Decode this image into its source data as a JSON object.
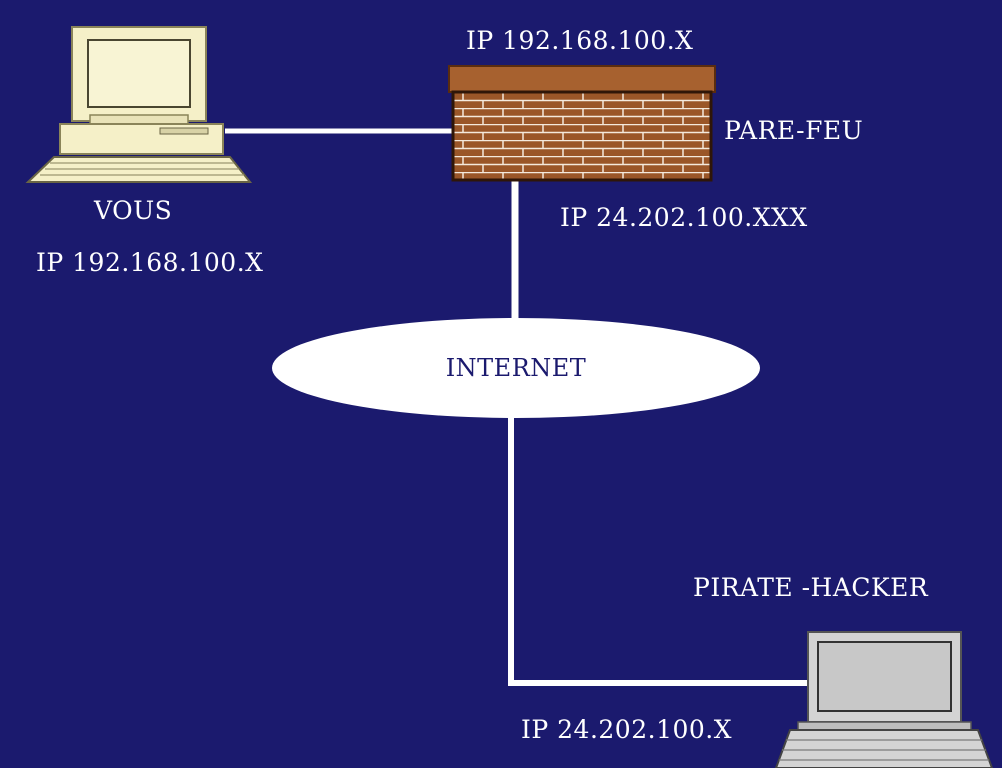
{
  "labels": {
    "firewall_ip_internal": "IP 192.168.100.X",
    "firewall_name": "PARE-FEU",
    "firewall_ip_external": "IP 24.202.100.XXX",
    "user_name": "VOUS",
    "user_ip": "IP 192.168.100.X",
    "internet": "INTERNET",
    "hacker_name": "PIRATE -HACKER",
    "hacker_ip": "IP 24.202.100.X"
  },
  "icons": {
    "user": "desktop-computer-icon",
    "firewall": "brick-wall-icon",
    "hacker": "laptop-computer-icon"
  },
  "colors": {
    "background": "#1b1a6e",
    "line": "#ffffff",
    "brick": "#9a5628",
    "mortar": "#ffffff",
    "user_computer": "#f5f0c8",
    "hacker_computer": "#d4d4d4"
  }
}
